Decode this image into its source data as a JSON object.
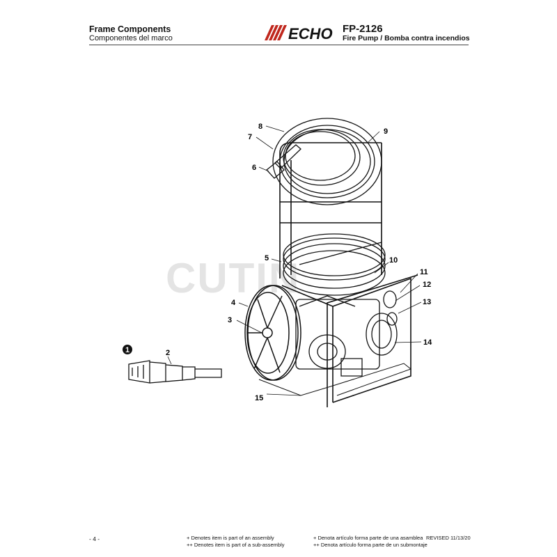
{
  "header": {
    "title": "Frame Components",
    "subtitle": "Componentes del marco",
    "brand": "ECHO",
    "model": "FP-2126",
    "model_desc": "Fire Pump / Bomba contra incendios"
  },
  "watermark": "CUTIN",
  "callouts": [
    "1",
    "2",
    "3",
    "4",
    "5",
    "6",
    "7",
    "8",
    "9",
    "10",
    "11",
    "12",
    "13",
    "14",
    "15"
  ],
  "footer": {
    "page": "- 4 -",
    "note_en_1": "+ Denotes item is part of an assembly",
    "note_en_2": "++ Denotes item is part of a sub-assembly",
    "note_es_1": "+ Denota artículo forma parte de una asamblea",
    "note_es_2": "++ Denota artículo forma parte de un submontaje",
    "revised": "REVISED 11/13/20"
  },
  "colors": {
    "brand": "#c0271d",
    "ink": "#111111",
    "watermark": "#cfcfcf"
  }
}
